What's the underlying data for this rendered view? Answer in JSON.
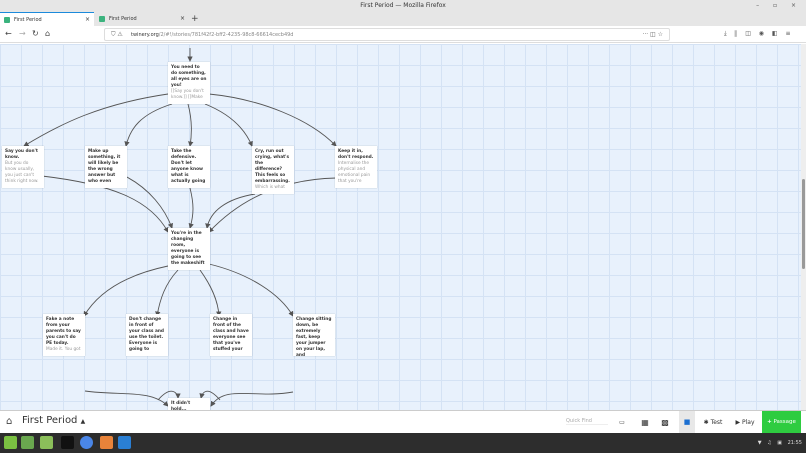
{
  "window": {
    "title": "First Period — Mozilla Firefox",
    "controls": "– ▫ ×"
  },
  "tabs": [
    {
      "label": "First Period",
      "close": "×"
    },
    {
      "label": "First Period",
      "close": "×"
    }
  ],
  "new_tab": "+",
  "nav": {
    "back": "←",
    "forward": "→",
    "reload": "↻",
    "home": "⌂",
    "url_host": "twinery.org",
    "url_path": "/2/#!/stories/781f42f2-bff2-4235-98c8-66614cecb49d",
    "url_icons": "⛉ ⚠",
    "url_right": "··· ◫ ☆",
    "toolbar_icons": "⤓ ⫼ ◫ ◉ ◧ ≡"
  },
  "passages": [
    {
      "title": "You need to do something, all eyes are on you!",
      "excerpt": "[[Say you don't know.]] [[Make"
    },
    {
      "title": "Say you don't know.",
      "excerpt": "But you do know usually, you just can't think right now."
    },
    {
      "title": "Make up something, it will likely be the wrong answer but who even",
      "excerpt": ""
    },
    {
      "title": "Take the defensive. Don't let anyone know what is actually going",
      "excerpt": ""
    },
    {
      "title": "Cry, run out crying, what's the difference? This feels so embarrassing.",
      "excerpt": "Which is what"
    },
    {
      "title": "Keep it in, don't respond.",
      "excerpt": "Internalise the physical and emotional pain that you're"
    },
    {
      "title": "You're in the changing room, everyone is going to see the makeshift",
      "excerpt": ""
    },
    {
      "title": "Fake a note from your parents to say you can't do PE today.",
      "excerpt": "Made it. You got"
    },
    {
      "title": "Don't change in front of your class and use the toilet. Everyone is going to",
      "excerpt": ""
    },
    {
      "title": "Change in front of the class and have everyone see that you've stuffed your",
      "excerpt": ""
    },
    {
      "title": "Change sitting down, be extremely fast, keep your jumper on your lap, and",
      "excerpt": ""
    },
    {
      "title": "It didn't hold...",
      "excerpt": ""
    }
  ],
  "bottom": {
    "home_icon": "home-icon",
    "story_title": "First Period",
    "caret": "▲",
    "quick_find_placeholder": "Quick Find",
    "test": "Test",
    "play": "Play",
    "add_passage": "Passage",
    "plus": "+"
  },
  "tray": {
    "icons": "▼ ♫ ▣",
    "time": "21:55"
  },
  "colors": {
    "accent": "#1c8adb",
    "passage_button": "#2ecc40",
    "canvas": "#e8f1fc"
  }
}
